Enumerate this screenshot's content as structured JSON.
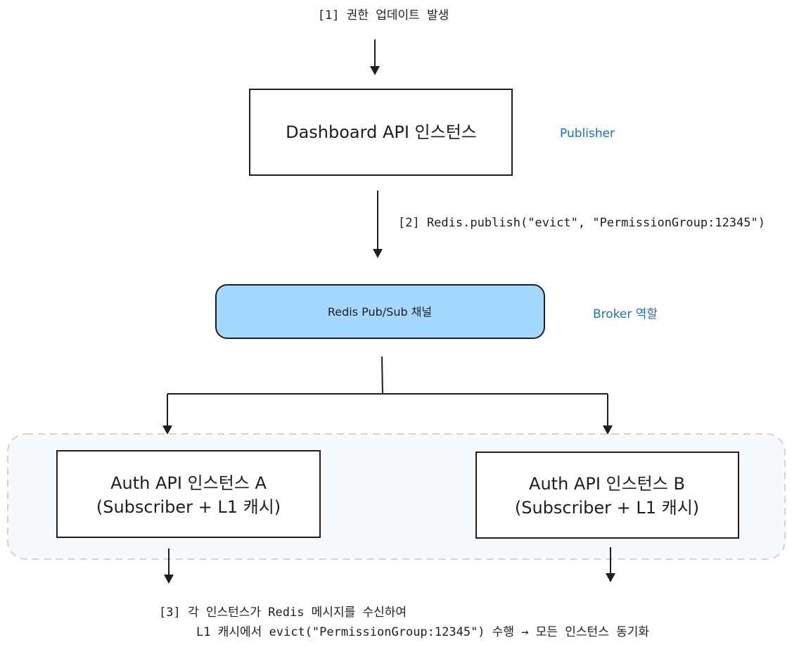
{
  "steps": {
    "step1": "[1] 권한 업데이트 발생",
    "step2": "[2] Redis.publish(\"evict\", \"PermissionGroup:12345\")",
    "step3_line1": "[3] 각 인스턴스가 Redis 메시지를 수신하여",
    "step3_line2": "L1 캐시에서 evict(\"PermissionGroup:12345\") 수행 → 모든 인스턴스 동기화"
  },
  "nodes": {
    "dashboard": {
      "label": "Dashboard API 인스턴스"
    },
    "redis": {
      "label": "Redis Pub/Sub 채널"
    },
    "auth_a": {
      "line1": "Auth API 인스턴스 A",
      "line2": "(Subscriber + L1 캐시)"
    },
    "auth_b": {
      "line1": "Auth API 인스턴스 B",
      "line2": "(Subscriber + L1 캐시)"
    }
  },
  "roles": {
    "publisher": "Publisher",
    "broker": "Broker 역할"
  },
  "colors": {
    "stroke": "#1e1e1e",
    "role_text": "#1971c2",
    "redis_fill": "#a5d8ff",
    "group_fill": "#f8f9fa",
    "group_stroke": "#ced4da"
  }
}
